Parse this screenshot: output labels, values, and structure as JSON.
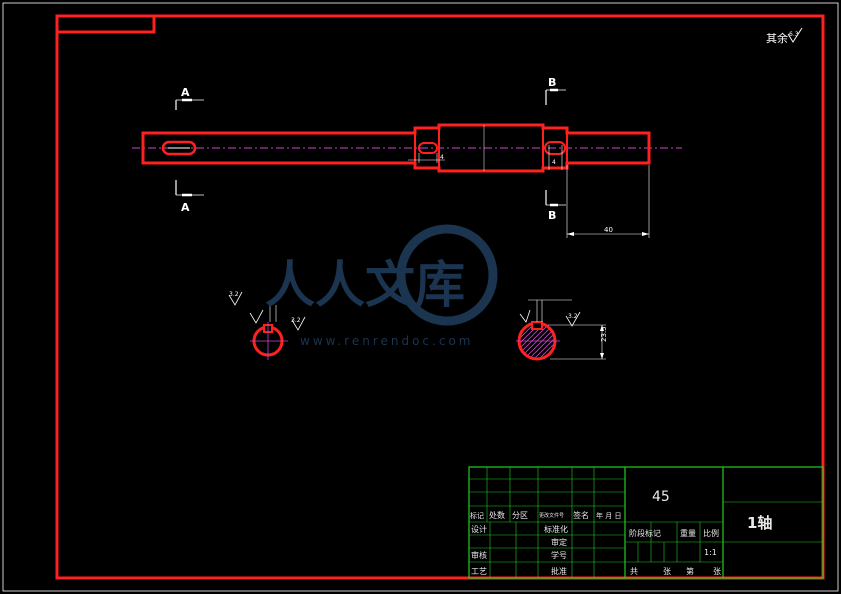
{
  "colors": {
    "background": "#000000",
    "part_outline": "#ff2020",
    "frame": "#ff2020",
    "table_grid": "#22cc22",
    "table_text": "#e8e8e8",
    "dimension": "#ffffff",
    "centerline": "#cc44cc",
    "hatch": "#cc44cc",
    "watermark": "#1f3a58"
  },
  "views": {
    "section_a": "A",
    "section_b": "B"
  },
  "roughness": {
    "general_note": "其余",
    "general_value": "6.3",
    "keyway_side": "3.2",
    "keyway_bottom": "3.2",
    "section_b_face": "3.2",
    "section_b_side": "3.2"
  },
  "dimensions": {
    "keyway_width_small": "4",
    "keyway_offset": "40",
    "keyway_b_width": "4",
    "section_b_depth": "23.5"
  },
  "watermark": {
    "brand": "人人文库",
    "url": "www.renrendoc.com"
  },
  "title_block": {
    "material": "45",
    "part_name": "1轴",
    "scale": "1:1",
    "labels": {
      "mark": "标记",
      "count": "处数",
      "zone": "分区",
      "change_doc": "更改文件号",
      "signature": "签名",
      "date": "年 月 日",
      "designer": "设计",
      "standardization": "标准化",
      "process": "工艺",
      "reviewer": "审核",
      "approve": "批准",
      "checked": "审定",
      "serial": "学号",
      "stage_mark": "阶段标记",
      "weight": "重量",
      "ratio": "比例",
      "total": "共",
      "sheets": "张",
      "sheet_no": "第",
      "sheet_unit": "张"
    }
  }
}
